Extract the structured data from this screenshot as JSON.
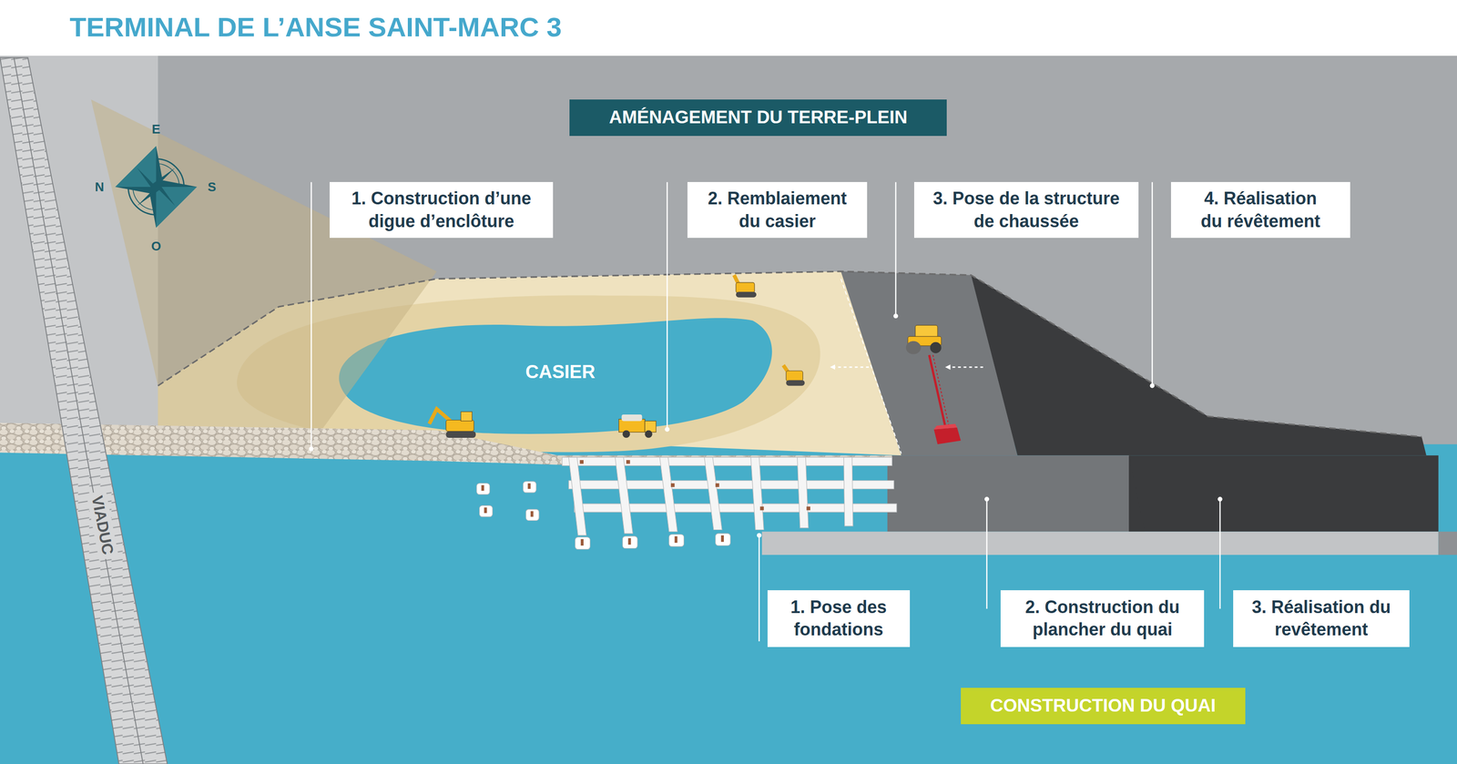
{
  "diagram": {
    "title": "TERMINAL DE L’ANSE SAINT-MARC 3",
    "nodes": [
      {
        "text": [
          "AMÉNAGEMENT DU TERRE-PLEIN"
        ]
      },
      {
        "text": [
          "1. Construction d’une digue d’enclôture"
        ]
      },
      {
        "text": [
          "2. Remblaiement du casier"
        ]
      },
      {
        "text": [
          "3. Pose de la structure de chaussée"
        ]
      },
      {
        "text": [
          "4. Réalisation du révêtement"
        ]
      },
      {
        "text": [
          "1. Pose des fondations"
        ]
      },
      {
        "text": [
          "2. Construction du plancher du quai"
        ]
      },
      {
        "text": [
          "3. Réalisation du revêtement"
        ]
      },
      {
        "text": [
          "CONSTRUCTION DU QUAI"
        ]
      }
    ],
    "labels": [
      "CASIER",
      "VIADUC",
      "E",
      "N",
      "S",
      "O"
    ]
  }
}
